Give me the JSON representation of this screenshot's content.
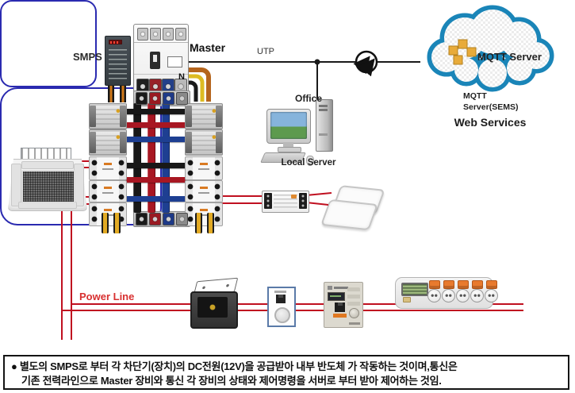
{
  "labels": {
    "smps": "SMPS",
    "master": "Master",
    "n": "N",
    "utp": "UTP",
    "office": "Office",
    "local_server": "Local Server",
    "mqtt_cloud": "MQTT Server",
    "mqtt_sub1": "MQTT",
    "mqtt_sub2": "Server(SEMS)",
    "web_services": "Web Services",
    "power_line": "Power Line"
  },
  "note": {
    "line1": "● 별도의 SMPS로 부터 각 차단기(장치)의 DC전원(12V)을 공급받아 내부 반도체 가 작동하는 것이며,통신은",
    "line2": "기존 전력라인으로 Master 장비와 통신 각 장비의 상태와 제어명령을 서버로 부터 받아 제어하는 것임."
  },
  "colors": {
    "wire_red": "#c01020",
    "utp_line": "#1a1a1a",
    "box_border_blue": "#2a2ab0",
    "cloud_stroke": "#1a85b8",
    "cube_gold": "#e8ab3a",
    "switch_orange": "#e87a2e",
    "power_line_label": "#d83030"
  },
  "panel": {
    "left_breaker_count": 5,
    "right_breaker_count": 5,
    "busbar_colors": [
      "#181818",
      "#a81722",
      "#1e3f92"
    ],
    "crossbar_colors": [
      "#181818",
      "#a81722",
      "#1e3f92",
      "#181818",
      "#a81722",
      "#1e3f92"
    ],
    "top_terminal_colors": [
      "#1a1a1a",
      "#9a1a22",
      "#1e3a88",
      "#8a8a8a"
    ],
    "bottom_terminal_colors": [
      "#1a1a1a",
      "#9a1a22",
      "#1e3a88",
      "#8a8a8a"
    ],
    "master_terminal_colors": [
      "#202020",
      "#982028",
      "#23408a",
      "#b8b8b8"
    ]
  },
  "power_strip": {
    "switch_count": 5,
    "outlet_count": 5
  }
}
